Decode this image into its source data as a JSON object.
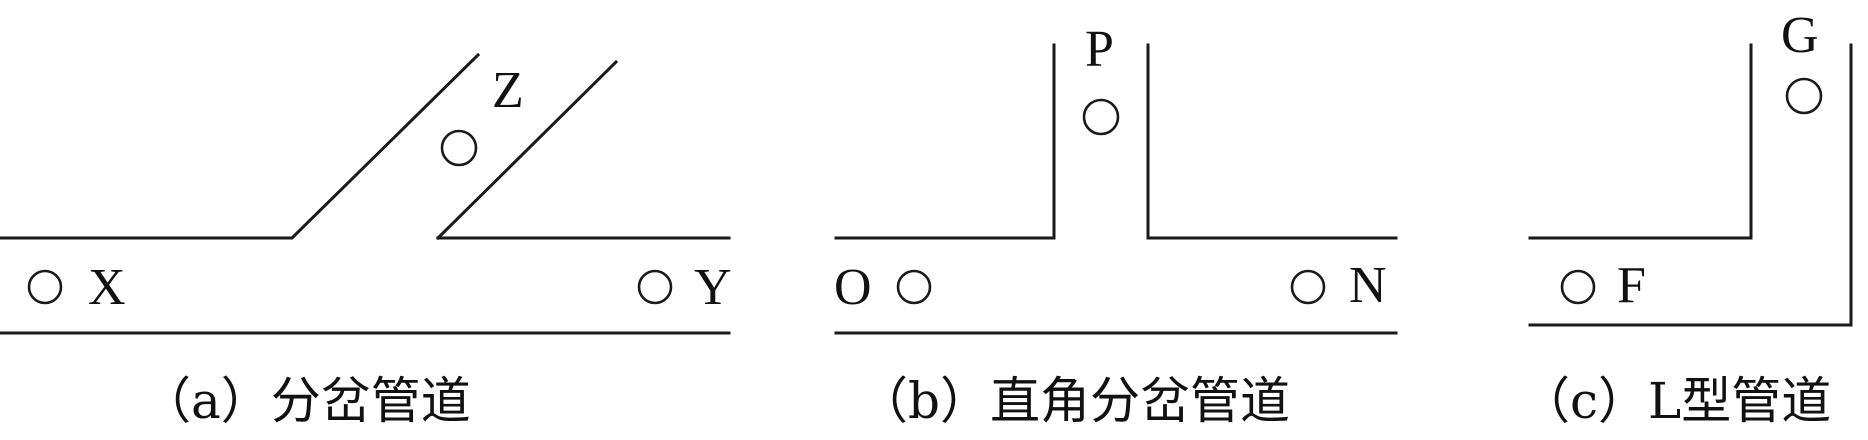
{
  "panels": {
    "a": {
      "caption": "（a）分岔管道",
      "labels": {
        "x": "X",
        "y": "Y",
        "z": "Z"
      }
    },
    "b": {
      "caption": "（b）直角分岔管道",
      "labels": {
        "o": "O",
        "n": "N",
        "p": "P"
      }
    },
    "c": {
      "caption": "（c）L型管道",
      "labels": {
        "f": "F",
        "g": "G"
      }
    }
  },
  "icons": {
    "sensor": "circle-marker-icon"
  }
}
